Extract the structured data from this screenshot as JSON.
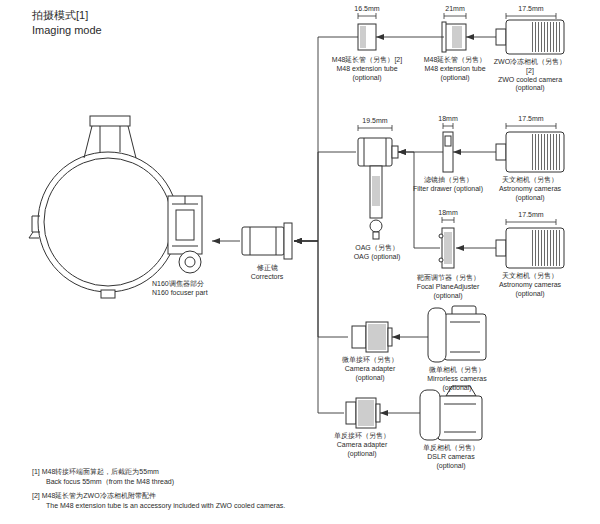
{
  "diagram": {
    "title": "拍摄模式[1] Imaging mode",
    "nodes": [
      {
        "text": [
          "N160调焦器部分",
          "N160 focuser part"
        ]
      },
      {
        "text": [
          "修正镜",
          "Correctors"
        ]
      },
      {
        "text": [
          "M48延长管（另售）[2]",
          "M48 extension tube (optional)"
        ]
      },
      {
        "text": [
          "M48延长管（另售）",
          "M48 extension tube (optional)"
        ]
      },
      {
        "text": [
          "ZWO冷冻相机（另售）[2]",
          "ZWO cooled camera (optional)"
        ]
      },
      {
        "text": [
          "OAG（另售）",
          "OAG (optional)"
        ]
      },
      {
        "text": [
          "滤镜抽（另售）",
          "Filter drawer (optional)"
        ]
      },
      {
        "text": [
          "天文相机（另售）",
          "Astronomy cameras (optional)"
        ]
      },
      {
        "text": [
          "靶面调节器（另售）",
          "Focal PlaneAdjuster (optional)"
        ]
      },
      {
        "text": [
          "天文相机（另售）",
          "Astronomy cameras (optional)"
        ]
      },
      {
        "text": [
          "微单接环（另售）",
          "Camera adapter (optional)"
        ]
      },
      {
        "text": [
          "微单相机（另售）",
          "Mirrorless cameras (optional)"
        ]
      },
      {
        "text": [
          "单反接环（另售）",
          "Camera adapter (optional)"
        ]
      },
      {
        "text": [
          "单反相机（另售）",
          "DSLR cameras (optional)"
        ]
      }
    ],
    "edges": [
      {
        "from": 1,
        "to": 0,
        "arrow": "to"
      },
      {
        "from": 2,
        "to": 1,
        "arrow": "to"
      },
      {
        "from": 5,
        "to": 1,
        "arrow": "to"
      },
      {
        "from": 10,
        "to": 1,
        "arrow": "to"
      },
      {
        "from": 12,
        "to": 1,
        "arrow": "to"
      },
      {
        "from": 3,
        "to": 2,
        "arrow": "to"
      },
      {
        "from": 4,
        "to": 3,
        "arrow": "to"
      },
      {
        "from": 6,
        "to": 5,
        "arrow": "to"
      },
      {
        "from": 8,
        "to": 5,
        "arrow": "to"
      },
      {
        "from": 7,
        "to": 6,
        "arrow": "to"
      },
      {
        "from": 9,
        "to": 8,
        "arrow": "to"
      },
      {
        "from": 11,
        "to": 10,
        "arrow": "to"
      },
      {
        "from": 13,
        "to": 12,
        "arrow": "to"
      }
    ],
    "labels": [
      "16.5mm",
      "21mm",
      "17.5mm",
      "19.5mm",
      "18mm",
      "17.5mm",
      "18mm",
      "17.5mm",
      "[1] M48转接环端面算起，后截距为55mm",
      "Back focus 55mm（from the M48 thread)",
      "[2] M48延长管为ZWO冷冻相机附带配件",
      "The M48 extension tube is an accessory included with ZWO cooled cameras."
    ]
  }
}
